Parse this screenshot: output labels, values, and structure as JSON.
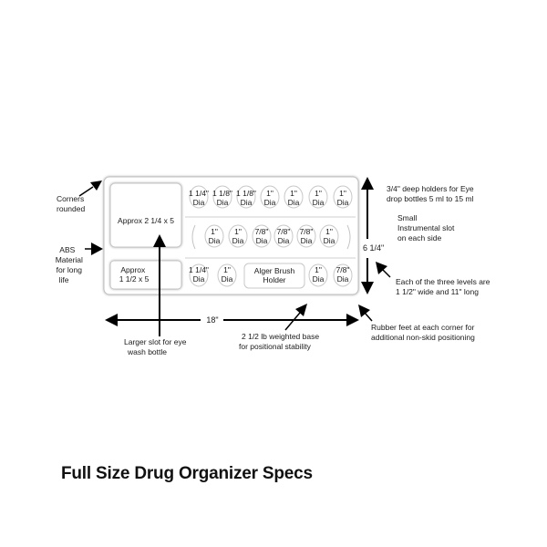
{
  "title": "Full Size Drug Organizer Specs",
  "organizer": {
    "large_slot_top": "Approx 2 1/4 x 5",
    "large_slot_bottom": [
      "Approx",
      "1 1/2 x 5"
    ],
    "row1": [
      [
        "1 1/4\"",
        "Dia"
      ],
      [
        "1 1/8\"",
        "Dia"
      ],
      [
        "1 1/8\"",
        "Dia"
      ],
      [
        "1\"",
        "Dia"
      ],
      [
        "1\"",
        "Dia"
      ],
      [
        "1\"",
        "Dia"
      ],
      [
        "1\"",
        "Dia"
      ]
    ],
    "row2": [
      [
        "1\"",
        "Dia"
      ],
      [
        "1\"",
        "Dia"
      ],
      [
        "7/8\"",
        "Dia"
      ],
      [
        "7/8\"",
        "Dia"
      ],
      [
        "7/8\"",
        "Dia"
      ],
      [
        "1\"",
        "Dia"
      ]
    ],
    "row3_left": [
      [
        "1 1/4\"",
        "Dia"
      ],
      [
        "1\"",
        "Dia"
      ]
    ],
    "brush_holder": [
      "Alger Brush",
      "Holder"
    ],
    "row3_right": [
      [
        "1\"",
        "Dia"
      ],
      [
        "7/8\"",
        "Dia"
      ]
    ]
  },
  "dimensions": {
    "width": "18\"",
    "height": "6 1/4\""
  },
  "callouts": {
    "corners": [
      "Corners",
      "rounded"
    ],
    "abs": [
      "ABS",
      "Material",
      "for long",
      "life"
    ],
    "eye_drop": [
      "3/4\" deep holders for Eye",
      "drop bottles 5 ml to 15 ml"
    ],
    "instrumental": [
      "Small",
      "Instrumental slot",
      "on each side"
    ],
    "levels": [
      "Each of the three levels are",
      "1 1/2\" wide and 11\" long"
    ],
    "rubber": [
      "Rubber feet at each corner for",
      "additional non-skid positioning"
    ],
    "eyewash": [
      "Larger slot for eye",
      "wash bottle"
    ],
    "base": [
      "2 1/2 lb weighted base",
      "for positional stability"
    ]
  }
}
